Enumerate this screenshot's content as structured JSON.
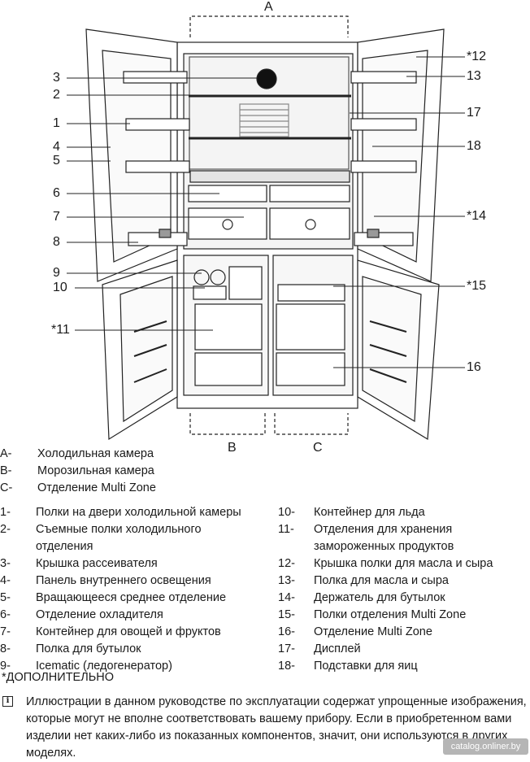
{
  "diagram": {
    "top_label": "A",
    "bottom_labels": [
      "B",
      "C"
    ],
    "callouts_left": [
      "3",
      "2",
      "1",
      "4",
      "5",
      "6",
      "7",
      "8",
      "9",
      "10",
      "*11"
    ],
    "callouts_right": [
      "*12",
      "13",
      "17",
      "18",
      "*14",
      "*15",
      "16"
    ]
  },
  "compartments": [
    {
      "code": "A-",
      "text": "Холодильная камера"
    },
    {
      "code": "B-",
      "text": "Морозильная камера"
    },
    {
      "code": "C-",
      "text": "Отделение Multi Zone"
    }
  ],
  "parts_left": [
    {
      "code": "1-",
      "text": "Полки на двери холодильной камеры"
    },
    {
      "code": "2-",
      "text": "Съемные полки холодильного",
      "text2": "отделения"
    },
    {
      "code": "3-",
      "text": "Крышка рассеивателя"
    },
    {
      "code": "4-",
      "text": "Панель внутреннего освещения"
    },
    {
      "code": "5-",
      "text": "Вращающееся среднее отделение"
    },
    {
      "code": "6-",
      "text": "Отделение охладителя"
    },
    {
      "code": "7-",
      "text": "Контейнер для овощей и фруктов"
    },
    {
      "code": "8-",
      "text": "Полка для бутылок"
    },
    {
      "code": "9-",
      "text": "Icematic (ледогенератор)"
    }
  ],
  "parts_right": [
    {
      "code": "10-",
      "text": "Контейнер для льда"
    },
    {
      "code": "11-",
      "text": "Отделения для хранения",
      "text2": "замороженных продуктов"
    },
    {
      "code": "12-",
      "text": "Крышка полки для масла и сыра"
    },
    {
      "code": "13-",
      "text": "Полка для масла и сыра"
    },
    {
      "code": "14-",
      "text": "Держатель для бутылок"
    },
    {
      "code": "15-",
      "text": "Полки отделения Multi Zone"
    },
    {
      "code": "16-",
      "text": "Отделение Multi Zone"
    },
    {
      "code": "17-",
      "text": "Дисплей"
    },
    {
      "code": "18-",
      "text": "Подставки для яиц"
    }
  ],
  "optional_note": "*ДОПОЛНИТЕЛЬНО",
  "info_note": "Иллюстрации в данном руководстве по эксплуатации содержат упрощенные изображения, которые могут не вполне соответствовать вашему прибору. Если в приобретенном вами изделии нет каких-либо из показанных компонентов, значит, они используются в других моделях.",
  "watermark": "catalog.onliner.by"
}
